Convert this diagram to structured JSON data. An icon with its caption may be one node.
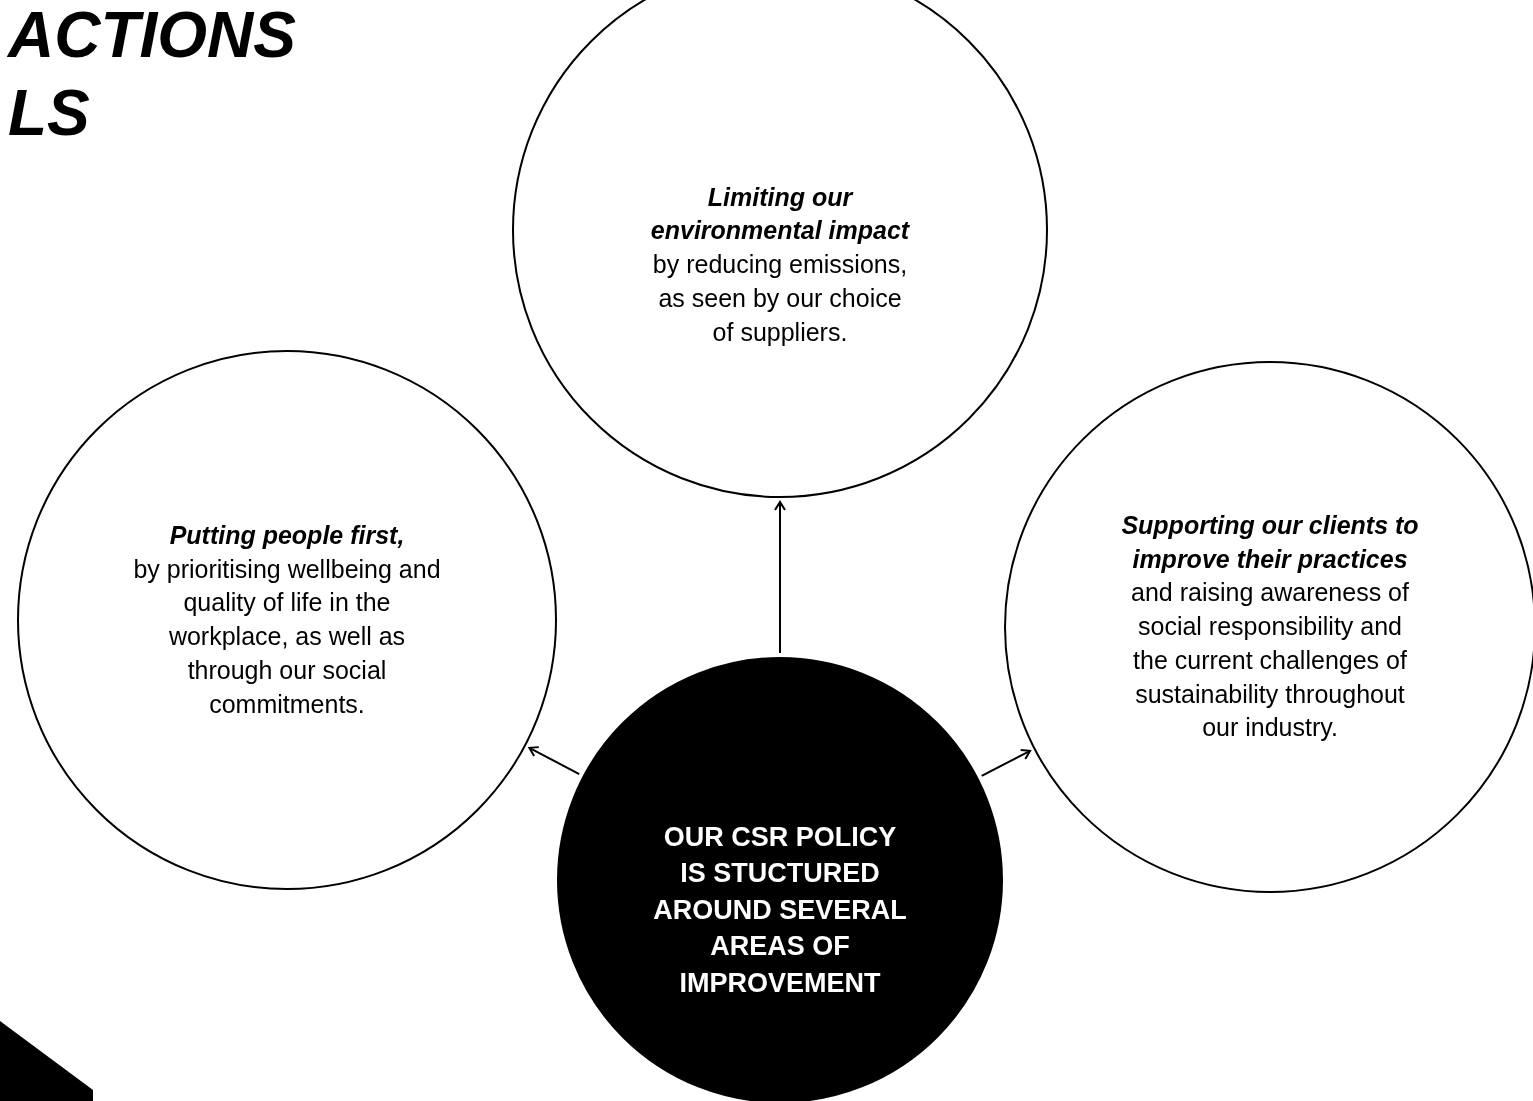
{
  "diagram": {
    "nodes": [
      {
        "text": [
          "Limiting our environmental impact",
          "by reducing emissions, as seen by our choice of suppliers."
        ]
      },
      {
        "text": [
          "Putting people first,",
          "by prioritising wellbeing and quality of life in the workplace, as well as through our social commitments."
        ]
      },
      {
        "text": [
          "Supporting our clients to improve their practices",
          "and raising awareness of social responsibility and the current challenges of sustainability throughout our industry."
        ]
      },
      {
        "text": [
          "OUR CSR POLICY IS STUCTURED AROUND SEVERAL AREAS OF IMPROVEMENT"
        ]
      }
    ],
    "edges": [
      {
        "from": 3,
        "to": 0,
        "arrow": "to"
      },
      {
        "from": 3,
        "to": 1,
        "arrow": "to"
      },
      {
        "from": 3,
        "to": 2,
        "arrow": "to"
      }
    ],
    "labels": [
      "ACTIONS",
      "LS"
    ]
  }
}
